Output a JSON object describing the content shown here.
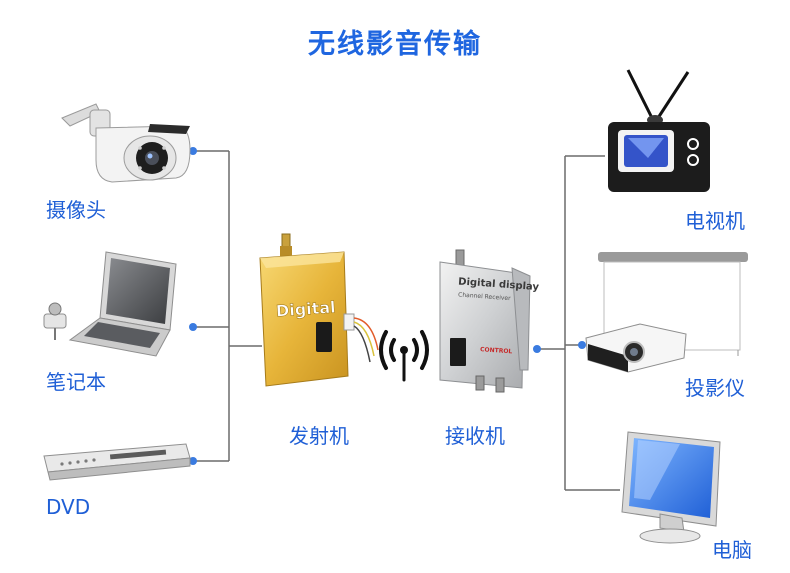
{
  "title": "无线影音传输",
  "sources": [
    {
      "label": "摄像头",
      "icon": "security-camera-icon"
    },
    {
      "label": "笔记本",
      "icon": "laptop-icon"
    },
    {
      "label": "DVD",
      "icon": "dvd-player-icon"
    }
  ],
  "transmitter": {
    "label": "发射机",
    "device_text": "Digital"
  },
  "receiver": {
    "label": "接收机",
    "device_text": "Digital display",
    "sub_text": "Channel Receiver",
    "control_text": "CONTROL"
  },
  "outputs": [
    {
      "label": "电视机",
      "icon": "television-icon"
    },
    {
      "label": "投影仪",
      "icon": "projector-icon"
    },
    {
      "label": "电脑",
      "icon": "computer-monitor-icon"
    }
  ],
  "colors": {
    "accent": "#1f5fd6",
    "line": "#6c6c6c",
    "dot": "#3a7be0"
  }
}
